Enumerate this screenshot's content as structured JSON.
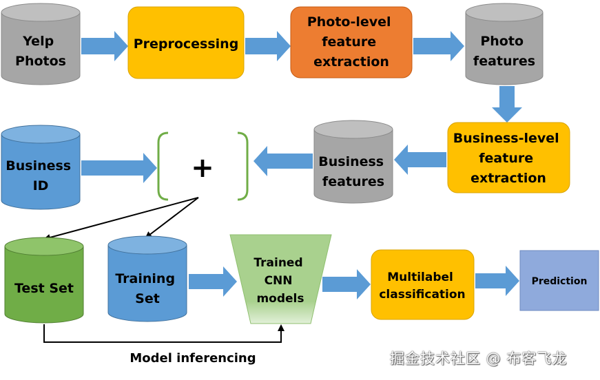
{
  "nodes": {
    "yelp_photos": {
      "lines": [
        "Yelp",
        "Photos"
      ],
      "color": "#a6a6a6"
    },
    "preprocessing": {
      "lines": [
        "Preprocessing"
      ],
      "color": "#ffc000"
    },
    "photo_extract": {
      "lines": [
        "Photo-level",
        "feature",
        "extraction"
      ],
      "color": "#ed7d31"
    },
    "photo_features": {
      "lines": [
        "Photo",
        "features"
      ],
      "color": "#a6a6a6"
    },
    "business_extract": {
      "lines": [
        "Business-level",
        "feature",
        "extraction"
      ],
      "color": "#ffc000"
    },
    "business_features": {
      "lines": [
        "Business",
        "features"
      ],
      "color": "#a6a6a6"
    },
    "combine": {
      "symbol": "+"
    },
    "business_id": {
      "lines": [
        "Business",
        "ID"
      ],
      "color": "#5b9bd5"
    },
    "test_set": {
      "lines": [
        "Test Set"
      ],
      "color": "#70ad47"
    },
    "training_set": {
      "lines": [
        "Training",
        "Set"
      ],
      "color": "#5b9bd5"
    },
    "cnn_models": {
      "lines": [
        "Trained",
        "CNN",
        "models"
      ],
      "color": "#a9d18e"
    },
    "multilabel": {
      "lines": [
        "Multilabel",
        "classification"
      ],
      "color": "#ffc000"
    },
    "prediction": {
      "lines": [
        "Prediction"
      ],
      "color": "#8faadc"
    }
  },
  "caption": "Model inferencing",
  "watermark": "掘金技术社区 @ 布客飞龙",
  "colors": {
    "arrow": "#5b9bd5",
    "bracket": "#70ad47",
    "line": "#000000"
  }
}
